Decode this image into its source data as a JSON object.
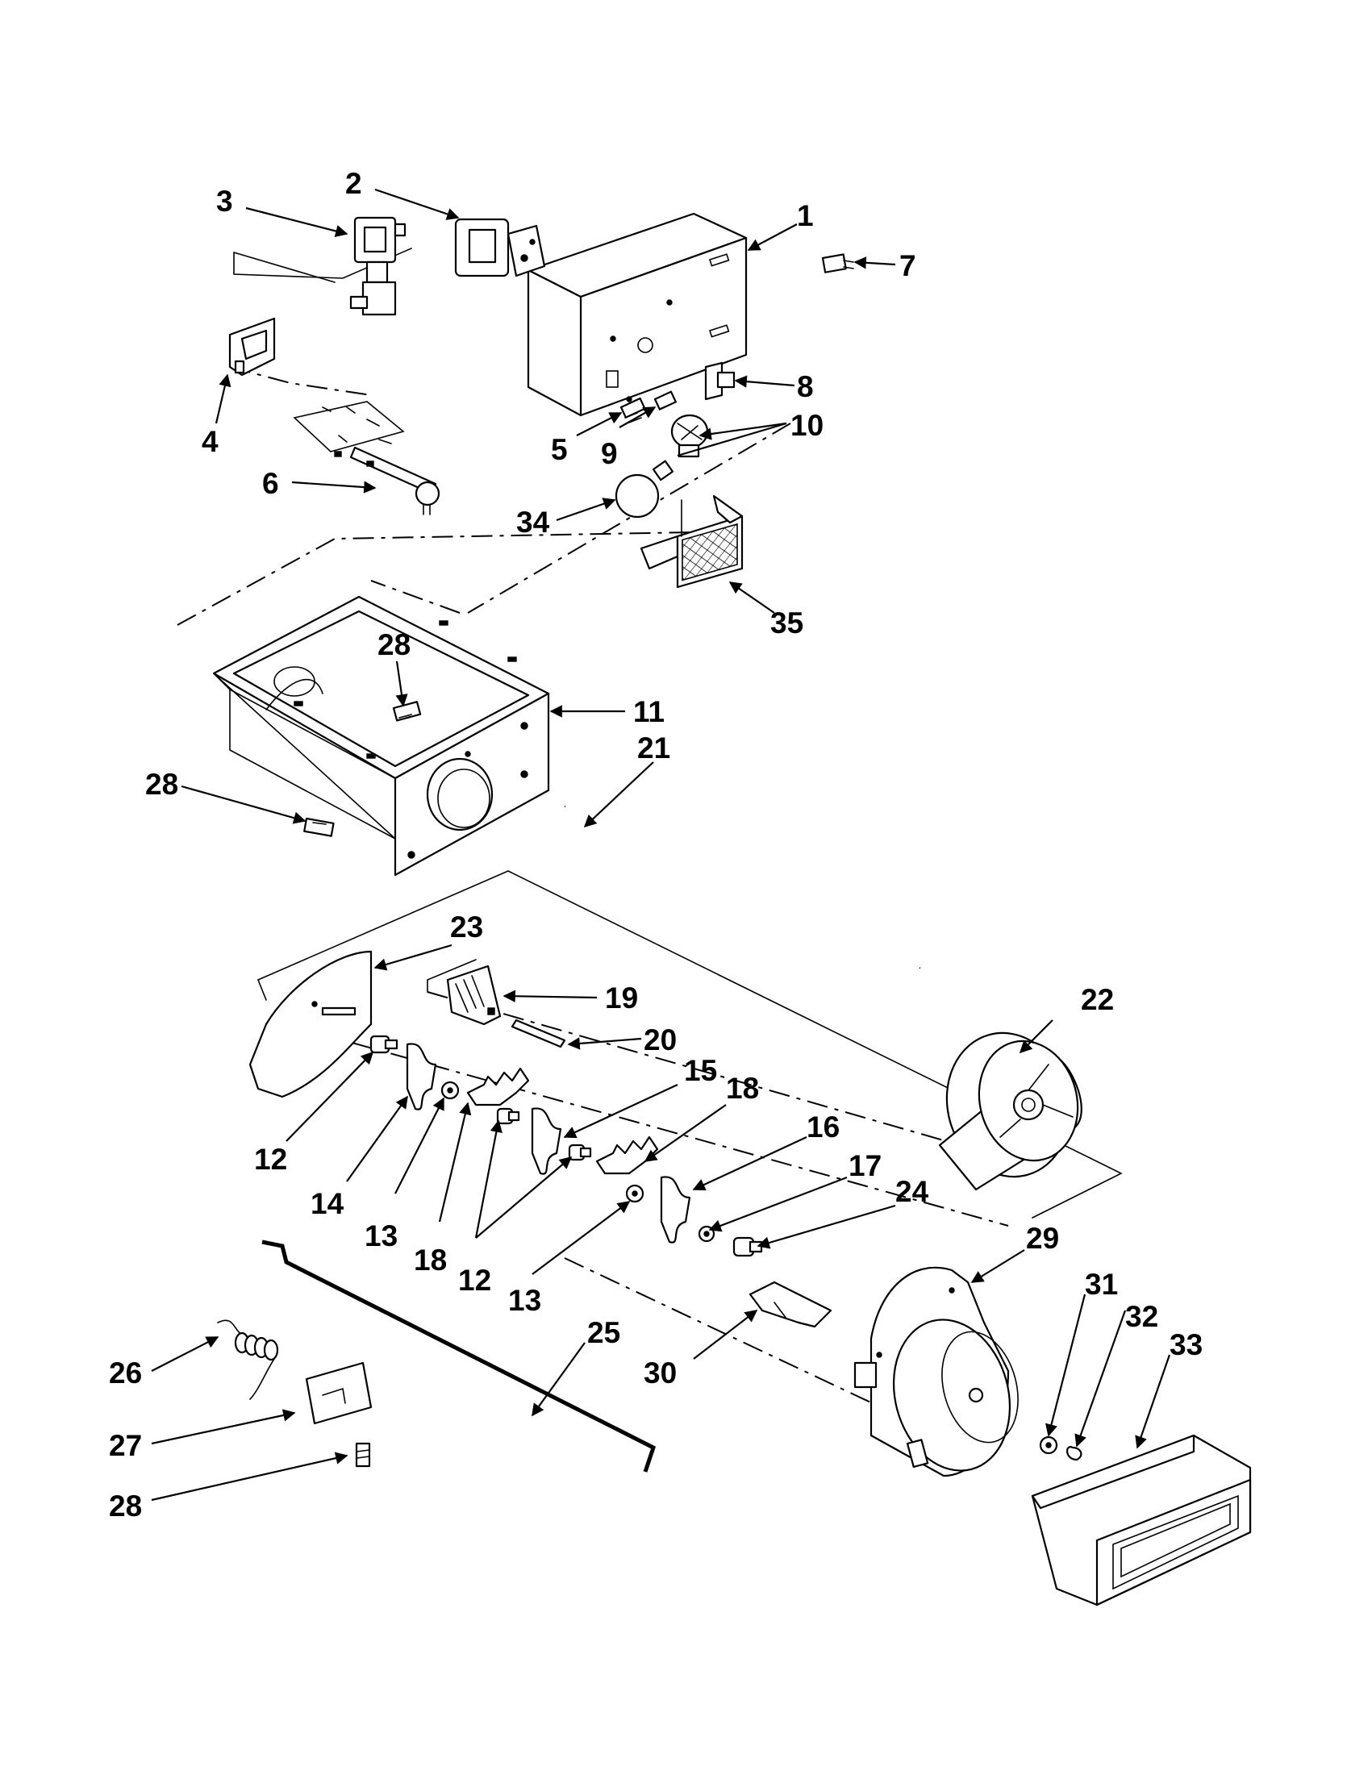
{
  "diagram": {
    "callouts": [
      {
        "id": "c1",
        "label": "1"
      },
      {
        "id": "c2",
        "label": "2"
      },
      {
        "id": "c3",
        "label": "3"
      },
      {
        "id": "c4",
        "label": "4"
      },
      {
        "id": "c5",
        "label": "5"
      },
      {
        "id": "c6",
        "label": "6"
      },
      {
        "id": "c7",
        "label": "7"
      },
      {
        "id": "c8",
        "label": "8"
      },
      {
        "id": "c9",
        "label": "9"
      },
      {
        "id": "c10",
        "label": "10"
      },
      {
        "id": "c34",
        "label": "34"
      },
      {
        "id": "c35",
        "label": "35"
      },
      {
        "id": "c28a",
        "label": "28"
      },
      {
        "id": "c11",
        "label": "11"
      },
      {
        "id": "c28b",
        "label": "28"
      },
      {
        "id": "c21",
        "label": "21"
      },
      {
        "id": "c23",
        "label": "23"
      },
      {
        "id": "c19",
        "label": "19"
      },
      {
        "id": "c20",
        "label": "20"
      },
      {
        "id": "c15",
        "label": "15"
      },
      {
        "id": "c18a",
        "label": "18"
      },
      {
        "id": "c22",
        "label": "22"
      },
      {
        "id": "c12a",
        "label": "12"
      },
      {
        "id": "c14",
        "label": "14"
      },
      {
        "id": "c13a",
        "label": "13"
      },
      {
        "id": "c18b",
        "label": "18"
      },
      {
        "id": "c12b",
        "label": "12"
      },
      {
        "id": "c16",
        "label": "16"
      },
      {
        "id": "c17",
        "label": "17"
      },
      {
        "id": "c24",
        "label": "24"
      },
      {
        "id": "c13b",
        "label": "13"
      },
      {
        "id": "c29",
        "label": "29"
      },
      {
        "id": "c31",
        "label": "31"
      },
      {
        "id": "c32",
        "label": "32"
      },
      {
        "id": "c33",
        "label": "33"
      },
      {
        "id": "c25",
        "label": "25"
      },
      {
        "id": "c26",
        "label": "26"
      },
      {
        "id": "c30",
        "label": "30"
      },
      {
        "id": "c27",
        "label": "27"
      },
      {
        "id": "c28c",
        "label": "28"
      }
    ]
  }
}
